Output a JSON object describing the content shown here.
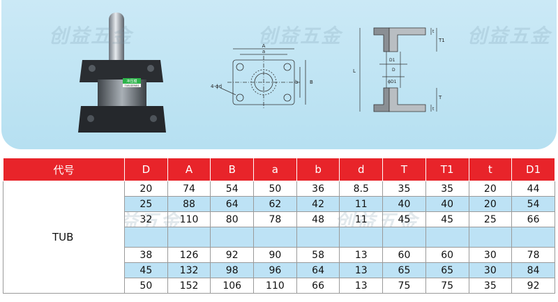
{
  "watermark": "创益五金",
  "photo": {
    "label_top": "冲压模",
    "label_bottom": "TUB-SERIES"
  },
  "drawing": {
    "front": {
      "A": "A",
      "a": "a",
      "B": "B",
      "b": "b",
      "holes": "4-ϕd"
    },
    "side": {
      "L": "L",
      "T1": "T1",
      "t_top": "t",
      "D1_top": "D1",
      "D": "D",
      "D1_mid": "ϕD1",
      "T": "T",
      "t_bottom": "t"
    }
  },
  "table": {
    "headers": [
      "代号",
      "D",
      "A",
      "B",
      "a",
      "b",
      "d",
      "T",
      "T1",
      "t",
      "D1"
    ],
    "model": "TUB",
    "rows": [
      {
        "D": "20",
        "A": "74",
        "B": "54",
        "a": "50",
        "b": "36",
        "d": "8.5",
        "T": "35",
        "T1": "35",
        "t": "20",
        "D1": "44"
      },
      {
        "D": "25",
        "A": "88",
        "B": "64",
        "a": "62",
        "b": "42",
        "d": "11",
        "T": "40",
        "T1": "40",
        "t": "20",
        "D1": "54"
      },
      {
        "D": "32",
        "A": "110",
        "B": "80",
        "a": "78",
        "b": "48",
        "d": "11",
        "T": "45",
        "T1": "45",
        "t": "25",
        "D1": "66"
      },
      {
        "D": "",
        "A": "",
        "B": "",
        "a": "",
        "b": "",
        "d": "",
        "T": "",
        "T1": "",
        "t": "",
        "D1": ""
      },
      {
        "D": "38",
        "A": "126",
        "B": "92",
        "a": "90",
        "b": "58",
        "d": "13",
        "T": "60",
        "T1": "60",
        "t": "30",
        "D1": "78"
      },
      {
        "D": "45",
        "A": "132",
        "B": "98",
        "a": "96",
        "b": "64",
        "d": "13",
        "T": "65",
        "T1": "65",
        "t": "30",
        "D1": "84"
      },
      {
        "D": "50",
        "A": "152",
        "B": "106",
        "a": "110",
        "b": "66",
        "d": "13",
        "T": "75",
        "T1": "75",
        "t": "35",
        "D1": "92"
      }
    ]
  }
}
